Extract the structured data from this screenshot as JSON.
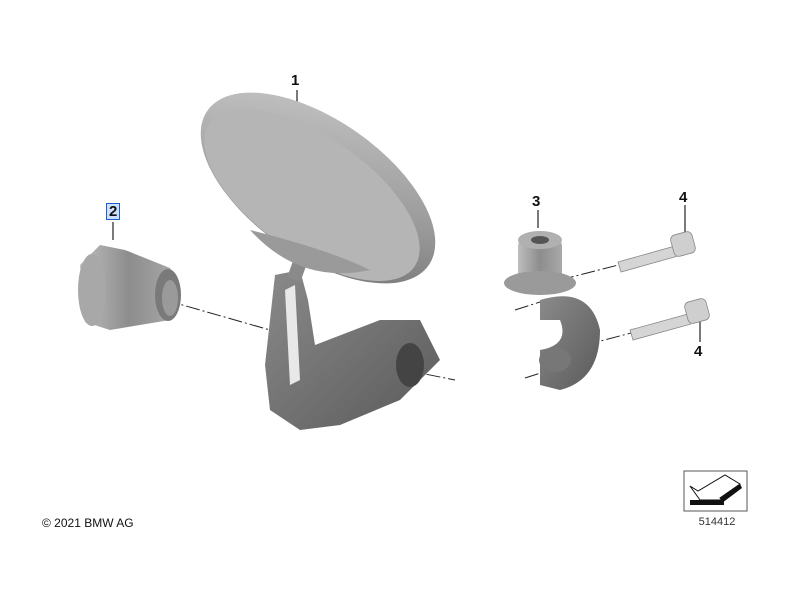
{
  "callouts": [
    {
      "id": "1",
      "label": "1"
    },
    {
      "id": "2",
      "label": "2",
      "highlighted": true,
      "highlight_color": "#1a5fd0"
    },
    {
      "id": "3",
      "label": "3"
    },
    {
      "id": "4a",
      "label": "4"
    },
    {
      "id": "4b",
      "label": "4"
    }
  ],
  "copyright": "© 2021 BMW AG",
  "diagram_number": "514412",
  "icons": {
    "orientation": "arrow-pointer-icon"
  }
}
